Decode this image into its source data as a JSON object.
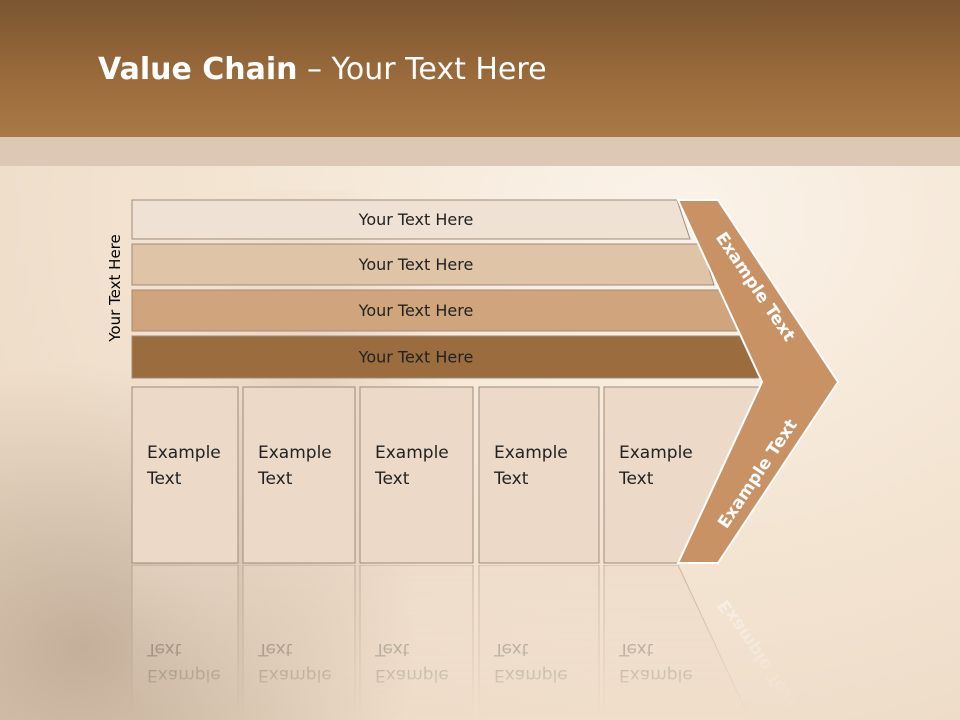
{
  "title": {
    "bold": "Value Chain",
    "rest": " – Your Text Here"
  },
  "side_label": "Your Text Here",
  "bars": [
    {
      "label": "Your Text Here",
      "color": "#efe1d4"
    },
    {
      "label": "Your Text Here",
      "color": "#dfc4a8"
    },
    {
      "label": "Your Text Here",
      "color": "#d0a47c"
    },
    {
      "label": "Your Text Here",
      "color": "#9a6c3e"
    }
  ],
  "cells": [
    {
      "line1": "Example",
      "line2": "Text"
    },
    {
      "line1": "Example",
      "line2": "Text"
    },
    {
      "line1": "Example",
      "line2": "Text"
    },
    {
      "line1": "Example",
      "line2": "Text"
    },
    {
      "line1": "Example",
      "line2": "Text"
    }
  ],
  "arrow": {
    "upper": "Example Text",
    "lower": "Example Text",
    "color": "#c89265"
  },
  "colors": {
    "header": "#9c6c3c",
    "cell": "#ecd9c8",
    "cell_border": "#a08a78"
  }
}
